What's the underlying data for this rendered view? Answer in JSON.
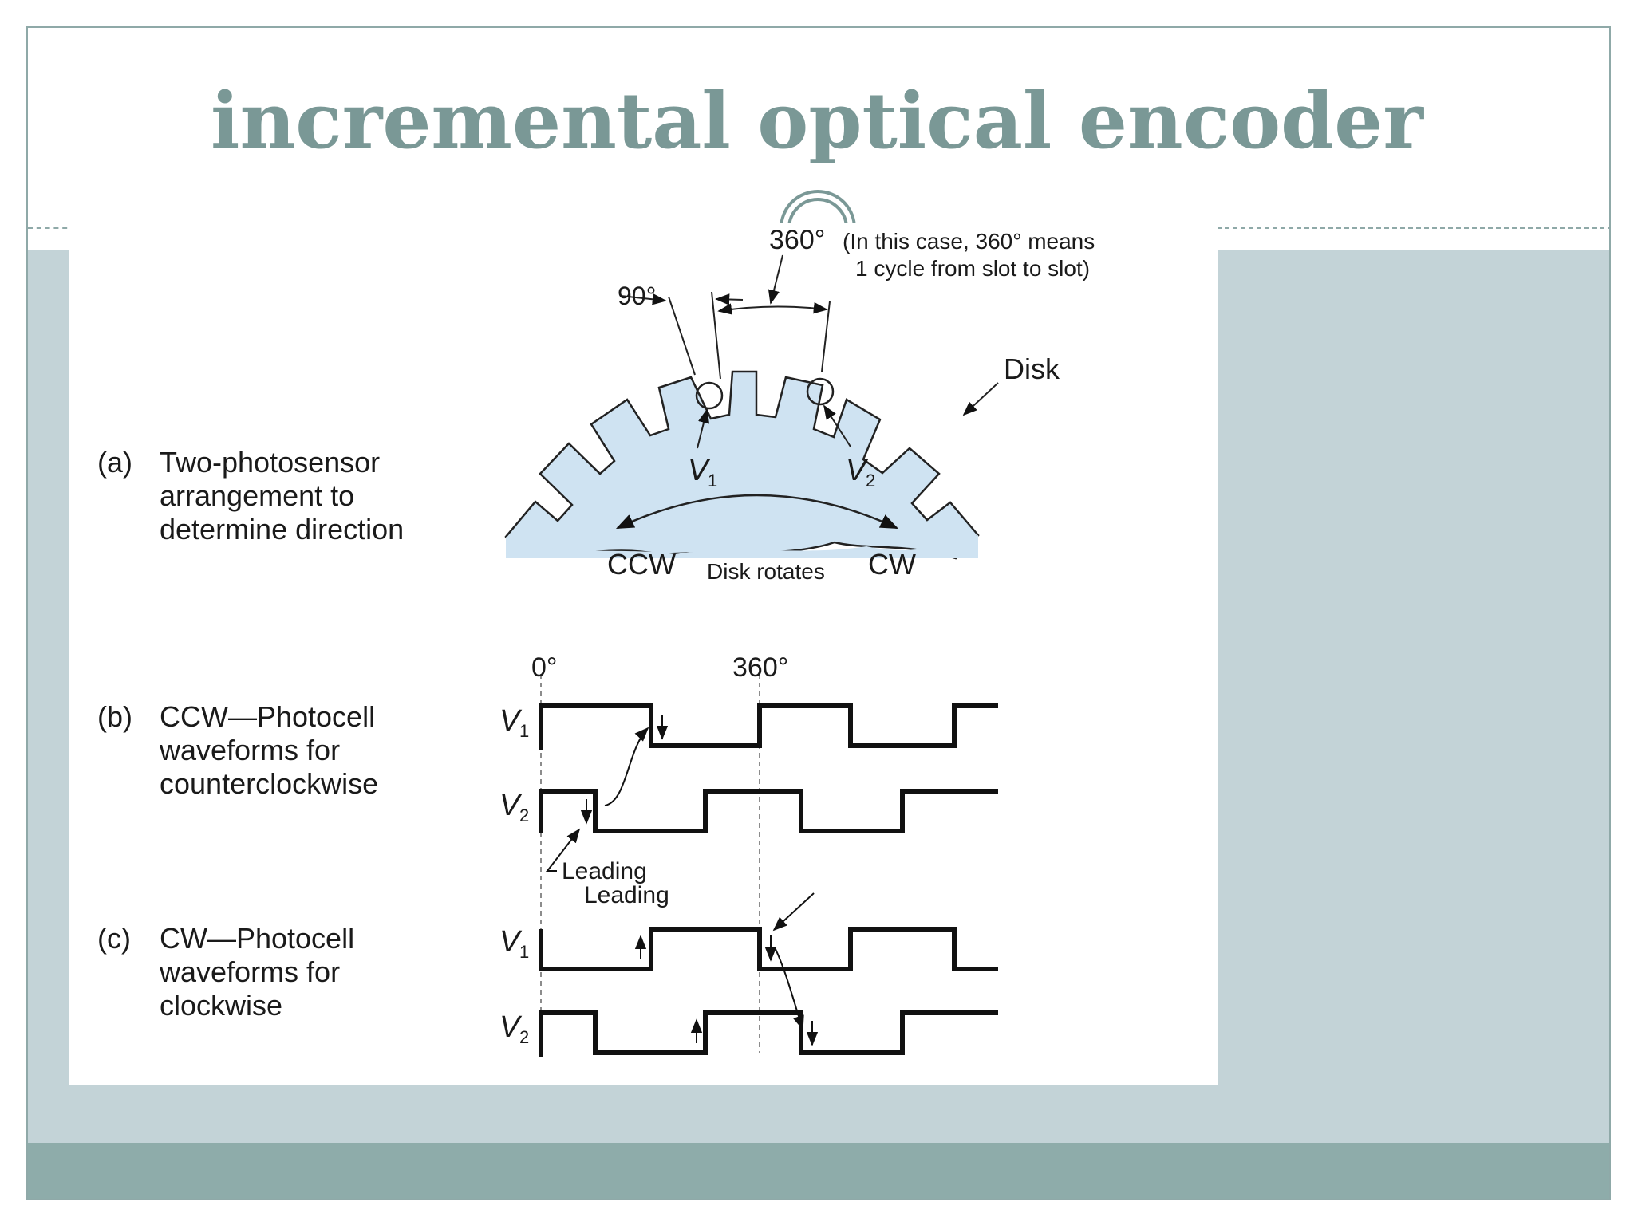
{
  "slide": {
    "title": "incremental optical encoder"
  },
  "diagram": {
    "a_letter": "(a)",
    "a_caption": [
      "Two-photosensor",
      "arrangement to",
      "determine direction"
    ],
    "b_letter": "(b)",
    "b_caption": [
      "CCW—Photocell",
      "waveforms for",
      "counterclockwise"
    ],
    "c_letter": "(c)",
    "c_caption": [
      "CW—Photocell",
      "waveforms for",
      "clockwise"
    ],
    "angle_360": "360°",
    "angle_note": [
      "(In this case, 360° means",
      "1 cycle from slot to slot)"
    ],
    "angle_90": "90°",
    "disk_label": "Disk",
    "sensor_v1": "V",
    "sensor_v1_sub": "1",
    "sensor_v2": "V",
    "sensor_v2_sub": "2",
    "ccw": "CCW",
    "cw": "CW",
    "rotates": "Disk rotates",
    "wave_0": "0°",
    "wave_360": "360°",
    "leading": "Leading"
  },
  "colors": {
    "title": "#7a9896",
    "band": "#c3d3d7",
    "footer": "#8eacaa",
    "disk_fill": "#cfe3f2",
    "line": "#111111"
  }
}
